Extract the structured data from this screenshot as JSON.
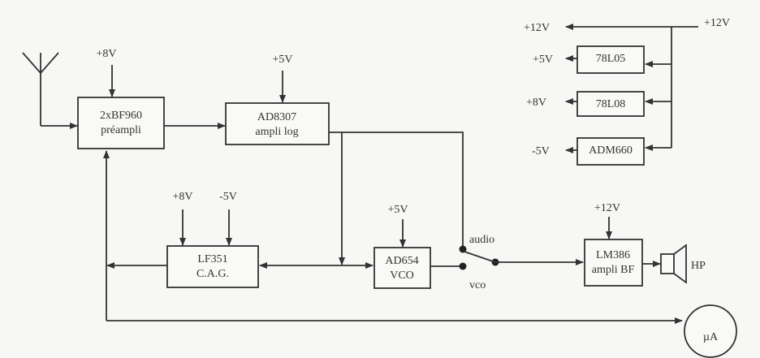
{
  "diagram": {
    "preamp": {
      "line1": "2xBF960",
      "line2": "préampli",
      "supply": "+8V"
    },
    "logamp": {
      "line1": "AD8307",
      "line2": "ampli log",
      "supply": "+5V"
    },
    "agc": {
      "line1": "LF351",
      "line2": "C.A.G.",
      "supply_pos": "+8V",
      "supply_neg": "-5V"
    },
    "vco": {
      "line1": "AD654",
      "line2": "VCO",
      "supply": "+5V"
    },
    "switch": {
      "pos_audio": "audio",
      "pos_vco": "vco"
    },
    "audio_amp": {
      "line1": "LM386",
      "line2": "ampli BF",
      "supply": "+12V"
    },
    "speaker": {
      "label": "HP"
    },
    "meter": {
      "label": "µA"
    },
    "power": {
      "input": "+12V",
      "output_12v": "+12V",
      "regulators": [
        {
          "name": "78L05",
          "output": "+5V"
        },
        {
          "name": "78L08",
          "output": "+8V"
        },
        {
          "name": "ADM660",
          "output": "-5V"
        }
      ]
    }
  },
  "colors": {
    "line": "#333333",
    "background": "#f7f7f5"
  }
}
